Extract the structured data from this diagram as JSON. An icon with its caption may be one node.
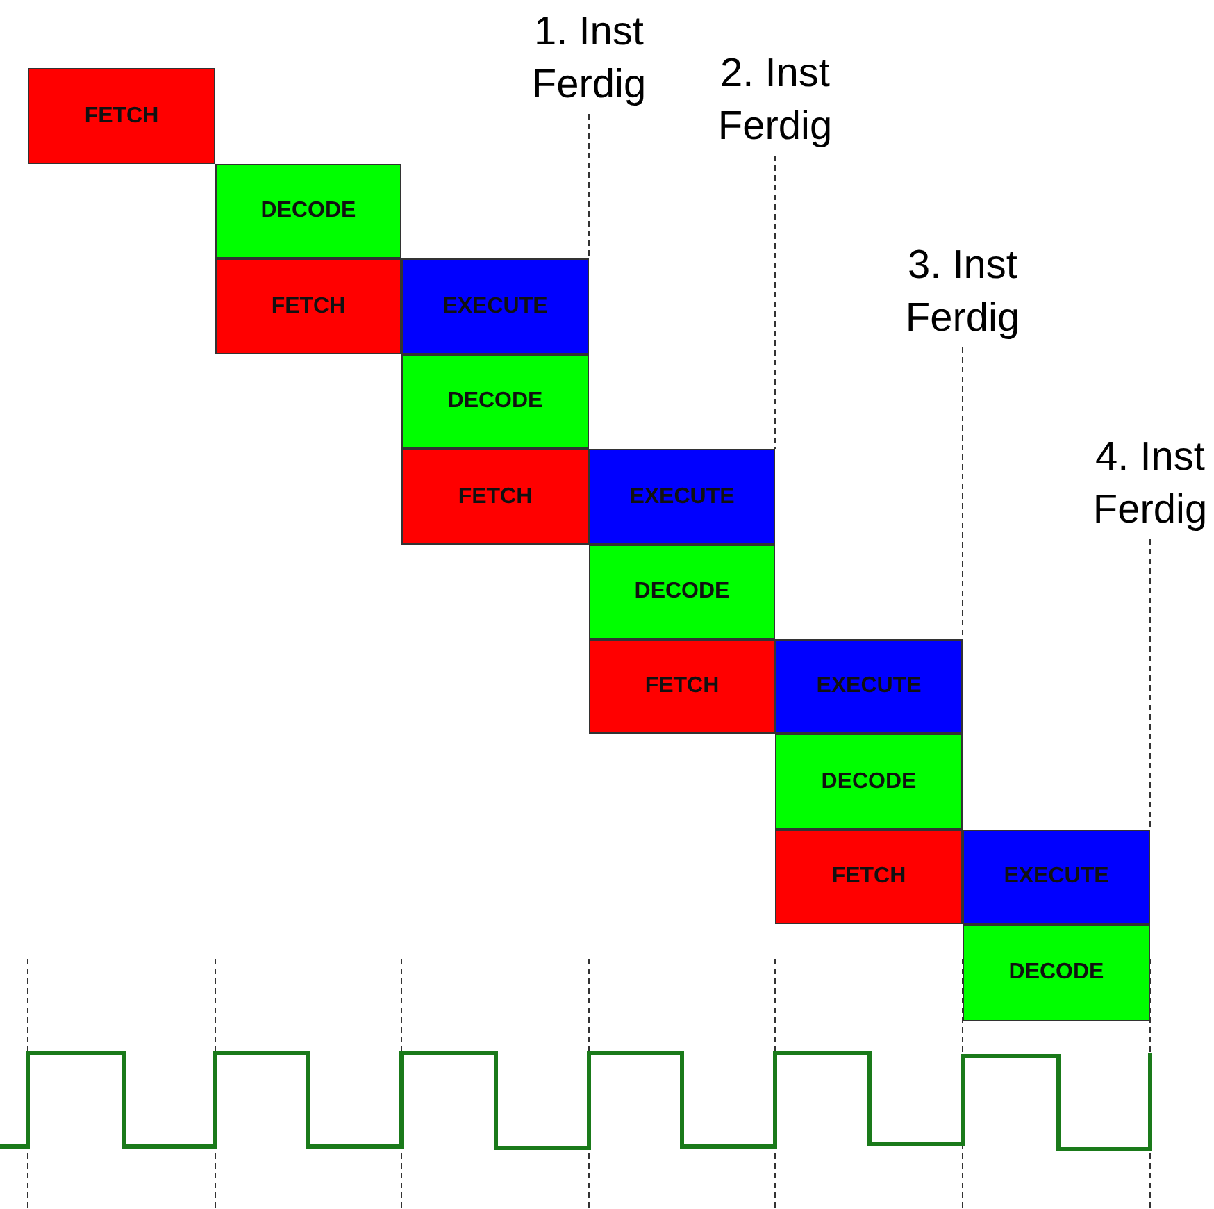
{
  "diagram": {
    "nodes": [
      {
        "text": [
          "FETCH"
        ]
      },
      {
        "text": [
          "DECODE"
        ]
      },
      {
        "text": [
          "FETCH"
        ]
      },
      {
        "text": [
          "EXECUTE"
        ]
      },
      {
        "text": [
          "DECODE"
        ]
      },
      {
        "text": [
          "FETCH"
        ]
      },
      {
        "text": [
          "EXECUTE"
        ]
      },
      {
        "text": [
          "DECODE"
        ]
      },
      {
        "text": [
          "FETCH"
        ]
      },
      {
        "text": [
          "EXECUTE"
        ]
      },
      {
        "text": [
          "DECODE"
        ]
      },
      {
        "text": [
          "FETCH"
        ]
      },
      {
        "text": [
          "EXECUTE"
        ]
      },
      {
        "text": [
          "DECODE"
        ]
      },
      {
        "text": [
          "1. Inst Ferdig"
        ]
      },
      {
        "text": [
          "2. Inst Ferdig"
        ]
      },
      {
        "text": [
          "3. Inst Ferdig"
        ]
      },
      {
        "text": [
          "4. Inst Ferdig"
        ]
      }
    ],
    "edges": [
      {
        "from": 14,
        "to": 3,
        "arrow": "none",
        "style": "dashed"
      },
      {
        "from": 15,
        "to": 6,
        "arrow": "none",
        "style": "dashed"
      },
      {
        "from": 16,
        "to": 9,
        "arrow": "none",
        "style": "dashed"
      },
      {
        "from": 17,
        "to": 12,
        "arrow": "none",
        "style": "dashed"
      }
    ]
  }
}
